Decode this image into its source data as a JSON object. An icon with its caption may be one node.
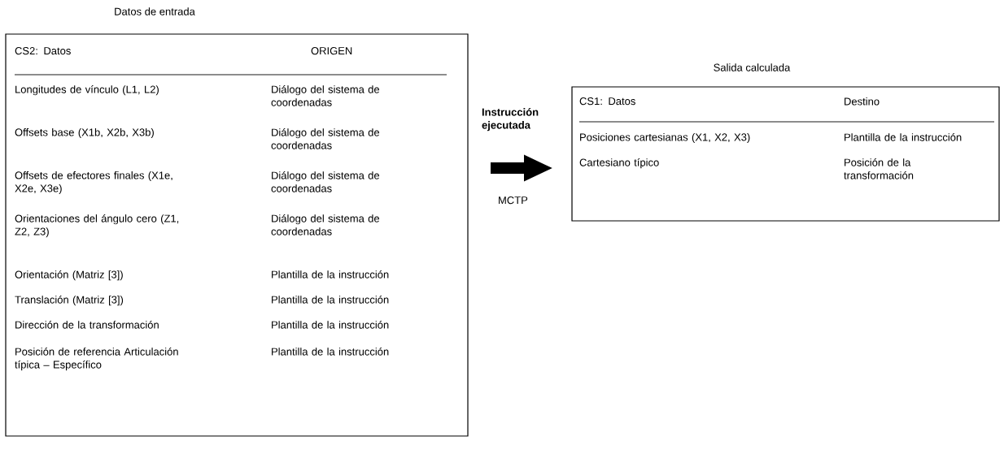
{
  "diagram": {
    "nodes": [
      {
        "text": [
          "Datos de entrada"
        ]
      },
      {
        "text": [
          "Salida calculada"
        ]
      }
    ],
    "edges": [
      {
        "from": 0,
        "to": 1,
        "arrow": "to",
        "label": "Instrucción ejecutada"
      }
    ],
    "labels": [
      "CS2: Datos",
      "ORIGEN",
      "Longitudes de vínculo (L1, L2)",
      "Diálogo del sistema de coordenadas",
      "Offsets base (X1b, X2b, X3b)",
      "Diálogo del sistema de coordenadas",
      "Offsets de efectores finales (X1e, X2e, X3e)",
      "Diálogo del sistema de coordenadas",
      "Orientaciones del ángulo cero (Z1, Z2, Z3)",
      "Diálogo del sistema de coordenadas",
      "Orientación (Matriz [3])",
      "Plantilla de la instrucción",
      "Translación (Matriz [3])",
      "Plantilla de la instrucción",
      "Dirección de la transformación",
      "Plantilla de la instrucción",
      "Posición de referencia Articulación típica – Específico",
      "Plantilla de la instrucción",
      "MCTP",
      "CS1: Datos",
      "Destino",
      "Posiciones cartesianas (X1, X2, X3)",
      "Plantilla de la instrucción",
      "Cartesiano típico",
      "Posición de la transformación"
    ]
  }
}
